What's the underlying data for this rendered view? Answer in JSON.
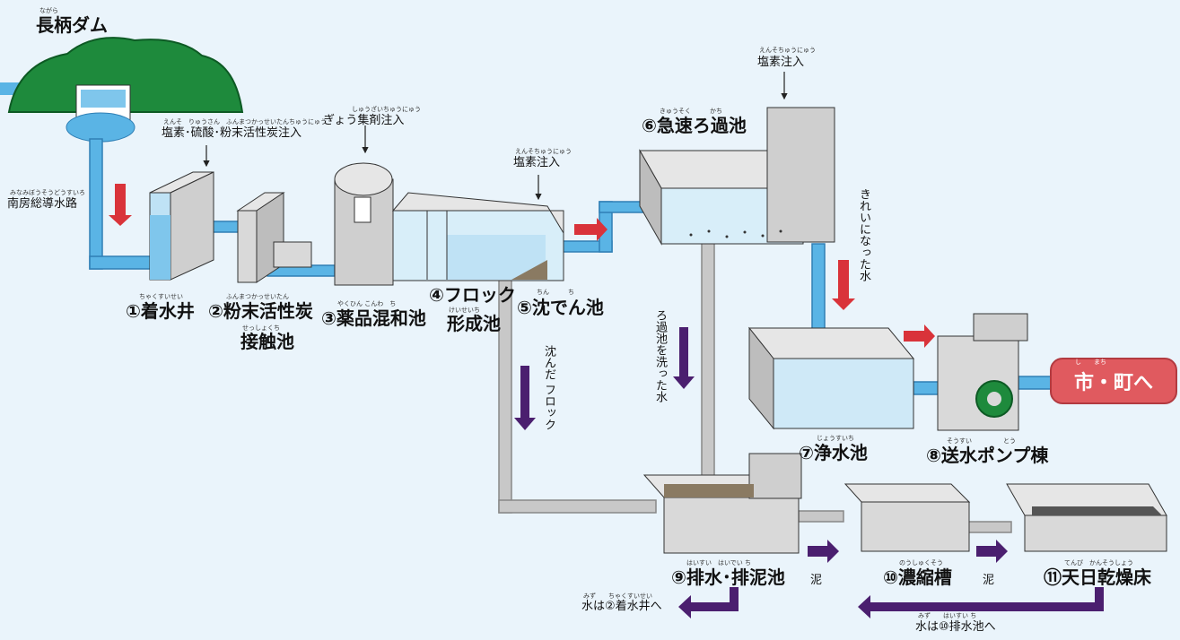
{
  "dam": {
    "name": "長柄ダム",
    "ruby": "ながら"
  },
  "aqueduct": {
    "name": "南房総導水路",
    "ruby": "みなみぼうそうどうすいろ"
  },
  "injections": {
    "first": {
      "text": "塩素･硫酸･粉末活性炭注入",
      "ruby": "えんそ　りゅうさん　ふんまつかっせいたんちゅうにゅう"
    },
    "coagulant": {
      "text": "ぎょう集剤注入",
      "ruby": "しゅうざいちゅうにゅう"
    },
    "chlorine_sed": {
      "text": "塩素注入",
      "ruby": "えんそちゅうにゅう"
    },
    "chlorine_filter": {
      "text": "塩素注入",
      "ruby": "えんそちゅうにゅう"
    }
  },
  "stages": [
    {
      "id": 1,
      "label": "①着水井",
      "ruby": "ちゃくすいせい"
    },
    {
      "id": 2,
      "label": "②粉末活性炭",
      "label2": "接触池",
      "ruby": "ふんまつかっせいたん",
      "ruby2": "せっしょくち"
    },
    {
      "id": 3,
      "label": "③薬品混和池",
      "ruby": "やくひん こんわ　ち"
    },
    {
      "id": 4,
      "label": "④フロック",
      "label2": "形成池",
      "ruby2": "けいせいち"
    },
    {
      "id": 5,
      "label": "⑤沈でん池",
      "ruby": "ちん　　　ち"
    },
    {
      "id": 6,
      "label": "⑥急速ろ過池",
      "ruby": "きゅうそく　　　かち"
    },
    {
      "id": 7,
      "label": "⑦浄水池",
      "ruby": "じょうすいち"
    },
    {
      "id": 8,
      "label": "⑧送水ポンプ棟",
      "ruby": "そうすい　　　　　とう"
    },
    {
      "id": 9,
      "label": "⑨排水･排泥池",
      "ruby": "はいすい　はいでい ち"
    },
    {
      "id": 10,
      "label": "⑩濃縮槽",
      "ruby": "のうしゅくそう"
    },
    {
      "id": 11,
      "label": "⑪天日乾燥床",
      "ruby": "てんぴ　かんそうしょう"
    }
  ],
  "flows": {
    "sunk_floc": "沈んだ フロック",
    "wash_water": "ろ過池を洗った水",
    "clean_water": "きれいになった水",
    "mud1": "泥",
    "mud2": "泥",
    "return1": "水は②着水井へ",
    "return1_ruby": "みず　　ちゃくすいせい",
    "return2": "水は⑩排水池へ",
    "return2_ruby": "みず　　はいすい ち"
  },
  "destination": {
    "label": "市・町へ",
    "ruby": "し　　まち"
  },
  "colors": {
    "background": "#eaf4fb",
    "water": "#5ab4e5",
    "pipe_gray": "#c8c8c8",
    "red_arrow": "#d9333a",
    "purple_arrow": "#4b1f6f",
    "hill": "#1e8a3c",
    "destination": "#e05a5f"
  }
}
